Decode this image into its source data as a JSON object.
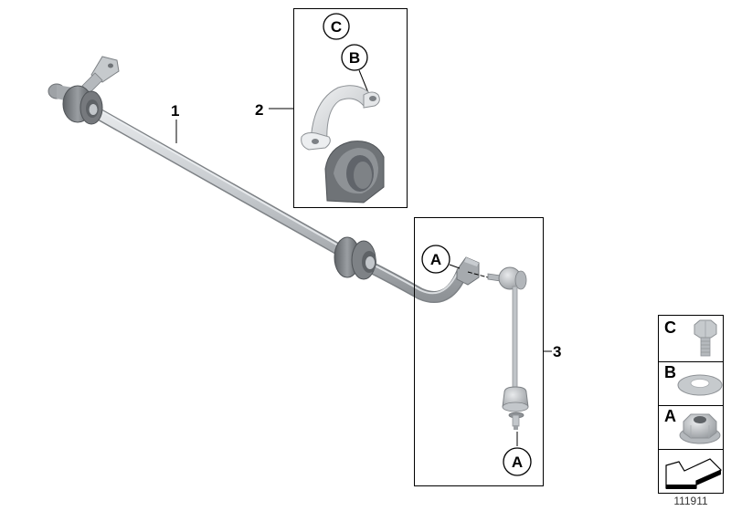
{
  "diagram": {
    "id_label": "111911",
    "callouts": [
      {
        "number": "1",
        "part": "stabilizer-bar"
      },
      {
        "number": "2",
        "part": "stabilizer-bracket-and-bushing"
      },
      {
        "number": "3",
        "part": "stabilizer-link"
      }
    ],
    "circle_letters": {
      "box2_c": "C",
      "box2_b": "B",
      "box3_a_top": "A",
      "box3_a_bottom": "A"
    },
    "legend": [
      {
        "letter": "C",
        "part": "hex-bolt"
      },
      {
        "letter": "B",
        "part": "washer"
      },
      {
        "letter": "A",
        "part": "flange-nut"
      },
      {
        "letter": "",
        "part": "direction-arrow"
      }
    ],
    "colors": {
      "line": "#000000",
      "metal_light": "#d9dcdf",
      "metal_mid": "#aeb2b6",
      "rubber_dark": "#6f7377",
      "rubber_mid": "#8e9296"
    }
  }
}
